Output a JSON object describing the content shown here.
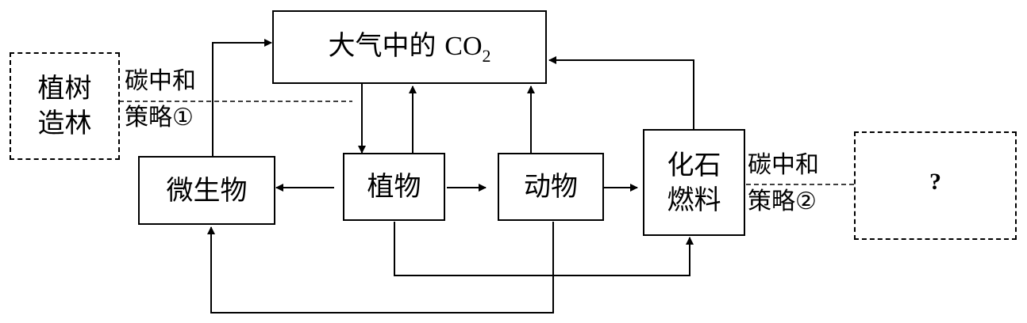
{
  "nodes": {
    "atmosphere": {
      "prefix": "大气中的",
      "formula_main": "CO",
      "formula_sub": "2"
    },
    "microbes": "微生物",
    "plants": "植物",
    "animals": "动物",
    "fossil_fuel": {
      "line1": "化石",
      "line2": "燃料"
    },
    "afforestation": {
      "line1": "植树",
      "line2": "造林"
    },
    "unknown_strategy": {
      "mark": "?",
      "blank": ""
    }
  },
  "labels": {
    "strategy1": {
      "line1": "碳中和",
      "line2": "策略①"
    },
    "strategy2": {
      "line1": "碳中和",
      "line2": "策略②"
    }
  }
}
